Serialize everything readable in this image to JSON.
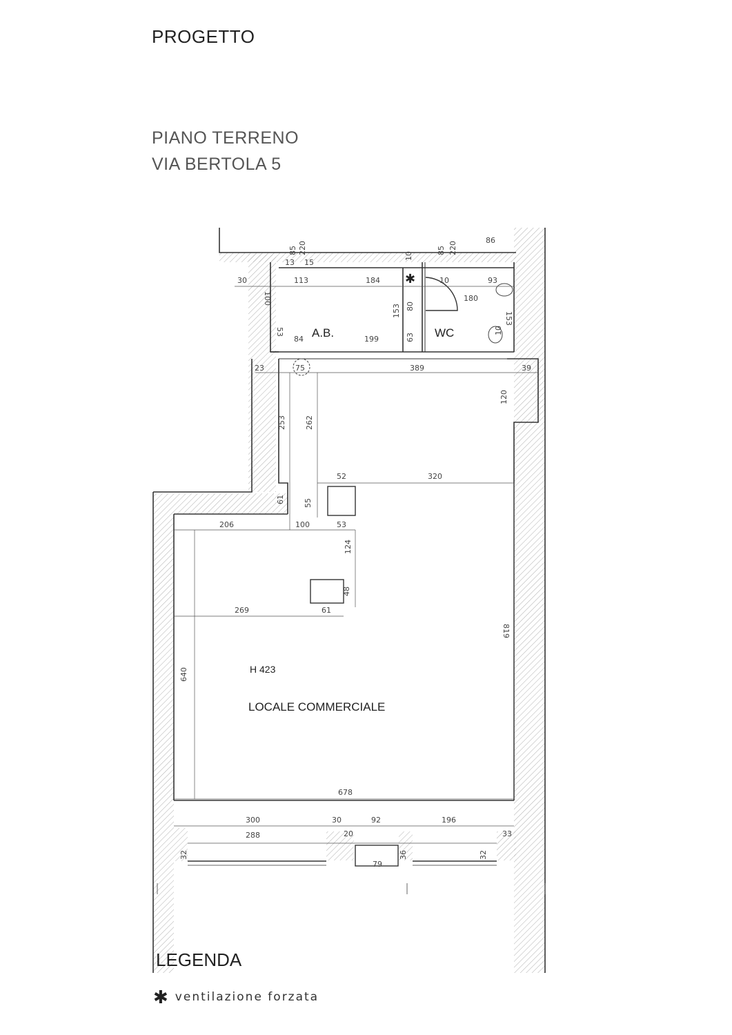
{
  "header": {
    "project": "PROGETTO",
    "floor": "PIANO TERRENO",
    "address": "VIA BERTOLA 5"
  },
  "plan": {
    "rooms": {
      "ab": "A.B.",
      "wc": "WC",
      "height": "H 423",
      "main": "LOCALE COMMERCIALE"
    },
    "dimensions": {
      "d85a": "85",
      "d220a": "220",
      "d85b": "85",
      "d220b": "220",
      "d86": "86",
      "d13": "13",
      "d15": "15",
      "d10top": "10",
      "d30": "30",
      "d113": "113",
      "d184": "184",
      "d10b": "10",
      "d93": "93",
      "d100": "100",
      "d153a": "153",
      "d80": "80",
      "d180": "180",
      "d153b": "153",
      "d53": "53",
      "d84": "84",
      "d199": "199",
      "d63": "63",
      "d10c": "10",
      "d23": "23",
      "d75": "75",
      "d389": "389",
      "d39": "39",
      "d120": "120",
      "d253": "253",
      "d262": "262",
      "d52": "52",
      "d320": "320",
      "d61": "61",
      "d55": "55",
      "d206": "206",
      "d100b": "100",
      "d53b": "53",
      "d124": "124",
      "d48": "48",
      "d269": "269",
      "d61b": "61",
      "d819": "819",
      "d640": "640",
      "d678": "678",
      "d300": "300",
      "d30b": "30",
      "d92": "92",
      "d196": "196",
      "d33": "33",
      "d288": "288",
      "d20": "20",
      "d32a": "32",
      "d36": "36",
      "d32b": "32",
      "d79": "79"
    }
  },
  "legend": {
    "title": "LEGENDA",
    "symbol": "✱",
    "text": "ventilazione forzata"
  }
}
